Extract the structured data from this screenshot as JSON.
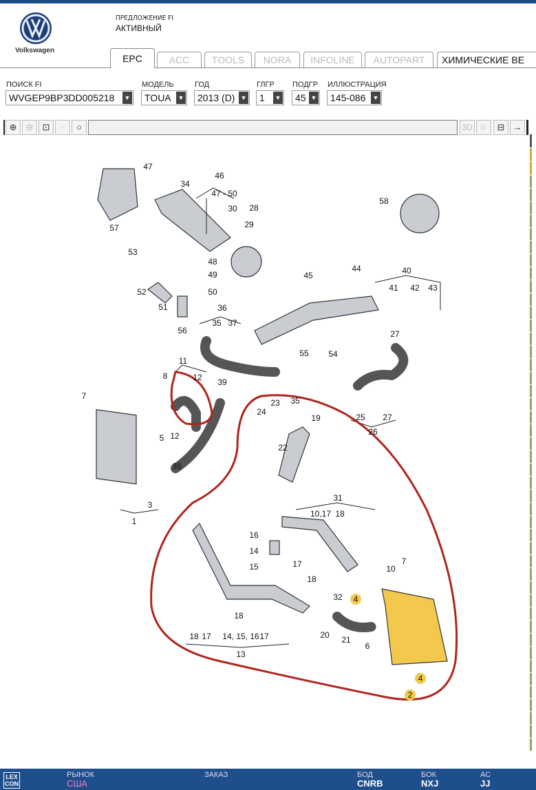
{
  "header": {
    "brand": "Volkswagen",
    "offer_label": "ПРЕДЛОЖЕНИЕ FI",
    "offer_value": "АКТИВНЫЙ"
  },
  "tabs": [
    {
      "label": "EPC"
    },
    {
      "label": "ACC"
    },
    {
      "label": "TOOLS"
    },
    {
      "label": "NORA"
    },
    {
      "label": "INFOLINE"
    },
    {
      "label": "AUTOPART"
    },
    {
      "label": "ХИМИЧЕСКИЕ ВЕ"
    }
  ],
  "fields": [
    {
      "label": "ПОИСК FI",
      "value": "WVGEP9BP3DD005218"
    },
    {
      "label": "МОДЕЛЬ",
      "value": "TOUA"
    },
    {
      "label": "ГОД",
      "value": "2013 (D)"
    },
    {
      "label": "ГЛГР",
      "value": "1"
    },
    {
      "label": "ПОДГР",
      "value": "45"
    },
    {
      "label": "ИЛЛЮСТРАЦИЯ",
      "value": "145-086"
    }
  ],
  "toolbar": {
    "btn_3d": "3D",
    "search_value": ""
  },
  "callouts": [
    "47",
    "46",
    "34",
    "47 - 50",
    "30",
    "28",
    "57",
    "29",
    "53",
    "48",
    "49",
    "52",
    "50",
    "51",
    "56",
    "58",
    "45",
    "44",
    "40",
    "41",
    "42",
    "43",
    "36",
    "35",
    "37",
    "27",
    "55",
    "54",
    "11",
    "8",
    "12",
    "39",
    "7",
    "23",
    "35",
    "24",
    "19",
    "25",
    "27",
    "26",
    "5",
    "12",
    "22",
    "38",
    "3",
    "1",
    "31",
    "10,17",
    "18",
    "16",
    "14",
    "15",
    "17",
    "10",
    "7",
    "18",
    "32",
    "18",
    "20",
    "21",
    "6",
    "18",
    "17",
    "14, 15, 16",
    "17",
    "13"
  ],
  "badges": [
    "4",
    "4",
    "2"
  ],
  "footer": {
    "lex": "LEX CON",
    "market_label": "РЫНОК",
    "market_value": "США",
    "order_label": "ЗАКАЗ",
    "bod_label": "БОД",
    "bod_value": "CNRB",
    "bok_label": "БОК",
    "bok_value": "NXJ",
    "ac_label": "АС",
    "ac_value": "JJ"
  },
  "colors": {
    "brand_blue": "#1f4e8c",
    "highlight": "#f2c94c",
    "markup_red": "#b0241c",
    "market": "#e87fc0"
  }
}
